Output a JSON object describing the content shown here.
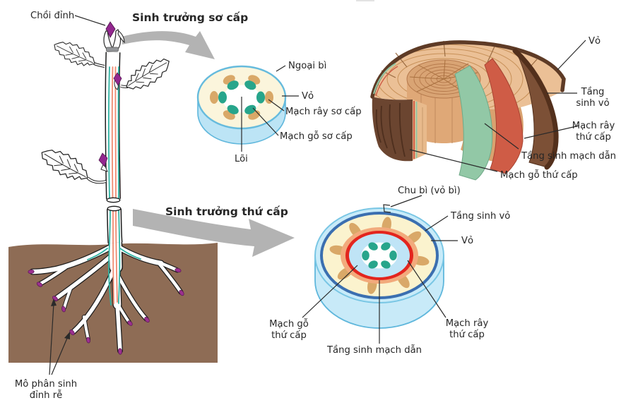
{
  "figure": {
    "description": "Primary and secondary growth of a plant (Vietnamese biology diagram)"
  },
  "headings": {
    "primary_growth": "Sinh trưởng sơ cấp",
    "secondary_growth": "Sinh trưởng thứ cấp"
  },
  "plant_labels": {
    "shoot_apex": "Chồi đỉnh",
    "root_apical_meristem": [
      "Mô phân sinh",
      "đỉnh rễ"
    ]
  },
  "primary_section_labels": {
    "epidermis": "Ngoại bì",
    "cortex": "Vỏ",
    "primary_phloem": "Mạch rây sơ cấp",
    "primary_xylem": "Mạch gỗ sơ cấp",
    "pith": "Lõi"
  },
  "log_labels": {
    "bark": "Vỏ",
    "cork_cambium": [
      "Tầng",
      "sinh vỏ"
    ],
    "secondary_phloem": [
      "Mạch rây",
      "thứ cấp"
    ],
    "vascular_cambium": "Tầng sinh mạch dẫn",
    "secondary_xylem": "Mạch gỗ thứ cấp"
  },
  "secondary_section_labels": {
    "periderm": "Chu bì (vỏ bì)",
    "cork_cambium": "Tầng sinh vỏ",
    "cortex": "Vỏ",
    "secondary_xylem": [
      "Mạch gỗ",
      "thứ cấp"
    ],
    "vascular_cambium": "Tầng sinh mạch dẫn",
    "secondary_phloem": [
      "Mạch rây",
      "thứ cấp"
    ]
  },
  "colors": {
    "teal_xylem": "#2FB3A3",
    "salmon_phloem_strand": "#F08A70",
    "cream_cortex": "#FBF5DC",
    "light_blue_disc": "#BFE4F6",
    "disc_stroke_blue": "#5FB7DC",
    "dark_blue_periderm": "#3B6FB0",
    "orange_phloem_ring": "#F2AA7C",
    "red_cambium_ring": "#E3251E",
    "tan_ray": "#D9A868",
    "teal_blob": "#27A58B",
    "soil_brown": "#8E6C55",
    "bud_purple": "#93278F",
    "arrow_gray": "#B3B3B3",
    "wood_tan": "#EBC096",
    "bark_brown": "#5E3B26",
    "sheet_green": "#92C8A6",
    "sheet_red": "#CF5C46",
    "sheet_brown": "#7C5036"
  }
}
